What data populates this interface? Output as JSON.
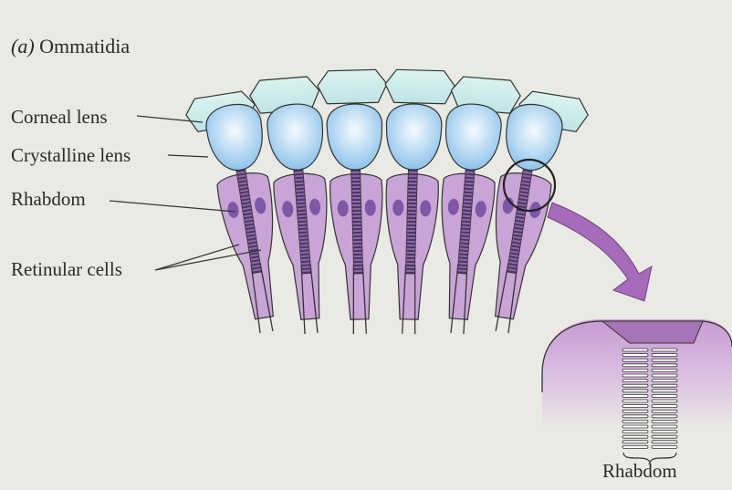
{
  "figure": {
    "panel_letter": "(a)",
    "title": "Ommatidia",
    "labels": {
      "corneal_lens": "Corneal lens",
      "crystalline_lens": "Crystalline lens",
      "rhabdom": "Rhabdom",
      "retinular_cells": "Retinular cells",
      "inset_rhabdom": "Rhabdom"
    },
    "ommatidia_count": 6,
    "colors": {
      "background": "#eaeae4",
      "corneal_lens": "#c8ebe4",
      "crystalline_lens": "#a9d3ee",
      "retinular_cell": "#c9a4d6",
      "nucleus": "#7d58a6",
      "rhabdom": "#6a4a86",
      "arrow": "#a86aba",
      "outline": "#333333"
    }
  }
}
